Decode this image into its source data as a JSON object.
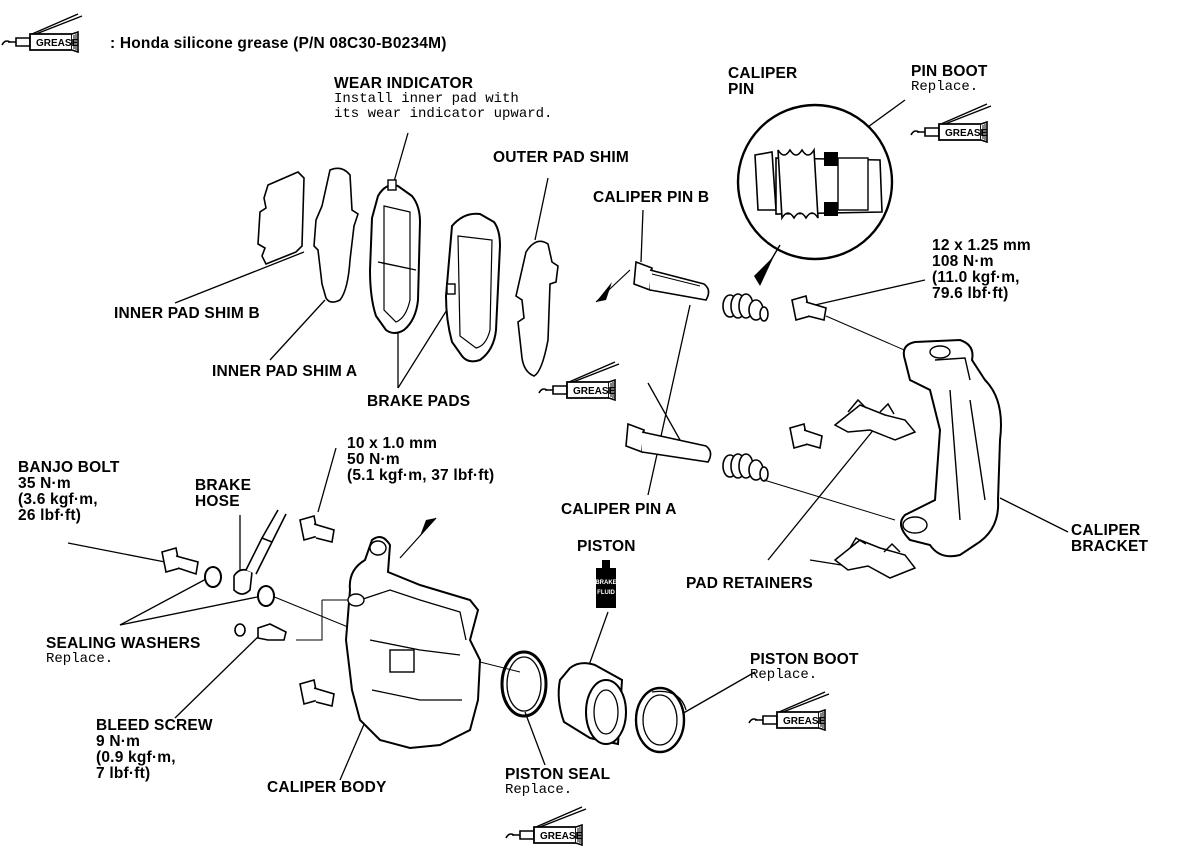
{
  "legend": {
    "grease_tag": "GREASE",
    "description": ": Honda silicone grease (P/N 08C30-B0234M)"
  },
  "labels": {
    "wear_indicator": "WEAR INDICATOR",
    "wear_indicator_note_1": "Install inner pad with",
    "wear_indicator_note_2": "its wear indicator upward.",
    "outer_pad_shim": "OUTER PAD SHIM",
    "caliper_pin": "CALIPER",
    "caliper_pin_2": "PIN",
    "pin_boot": "PIN BOOT",
    "pin_boot_note": "Replace.",
    "caliper_pin_b": "CALIPER PIN B",
    "torque_bracket_1": "12 x 1.25 mm",
    "torque_bracket_2": "108 N·m",
    "torque_bracket_3": "(11.0 kgf·m,",
    "torque_bracket_4": "79.6 lbf·ft)",
    "inner_pad_shim_b": "INNER PAD SHIM B",
    "inner_pad_shim_a": "INNER PAD SHIM A",
    "brake_pads": "BRAKE PADS",
    "banjo_bolt_1": "BANJO BOLT",
    "banjo_bolt_2": "35 N·m",
    "banjo_bolt_3": "(3.6 kgf·m,",
    "banjo_bolt_4": "26 lbf·ft)",
    "brake_hose_1": "BRAKE",
    "brake_hose_2": "HOSE",
    "torque_caliper_1": "10 x 1.0 mm",
    "torque_caliper_2": "50 N·m",
    "torque_caliper_3": "(5.1 kgf·m, 37 lbf·ft)",
    "caliper_pin_a": "CALIPER PIN A",
    "caliper_bracket_1": "CALIPER",
    "caliper_bracket_2": "BRACKET",
    "piston": "PISTON",
    "pad_retainers": "PAD RETAINERS",
    "sealing_washers": "SEALING WASHERS",
    "sealing_washers_note": "Replace.",
    "piston_boot": "PISTON BOOT",
    "piston_boot_note": "Replace.",
    "bleed_screw_1": "BLEED SCREW",
    "bleed_screw_2": "9 N·m",
    "bleed_screw_3": "(0.9 kgf·m,",
    "bleed_screw_4": "7 lbf·ft)",
    "caliper_body": "CALIPER BODY",
    "piston_seal": "PISTON SEAL",
    "piston_seal_note": "Replace.",
    "brake_fluid_1": "BRAKE",
    "brake_fluid_2": "FLUID"
  }
}
